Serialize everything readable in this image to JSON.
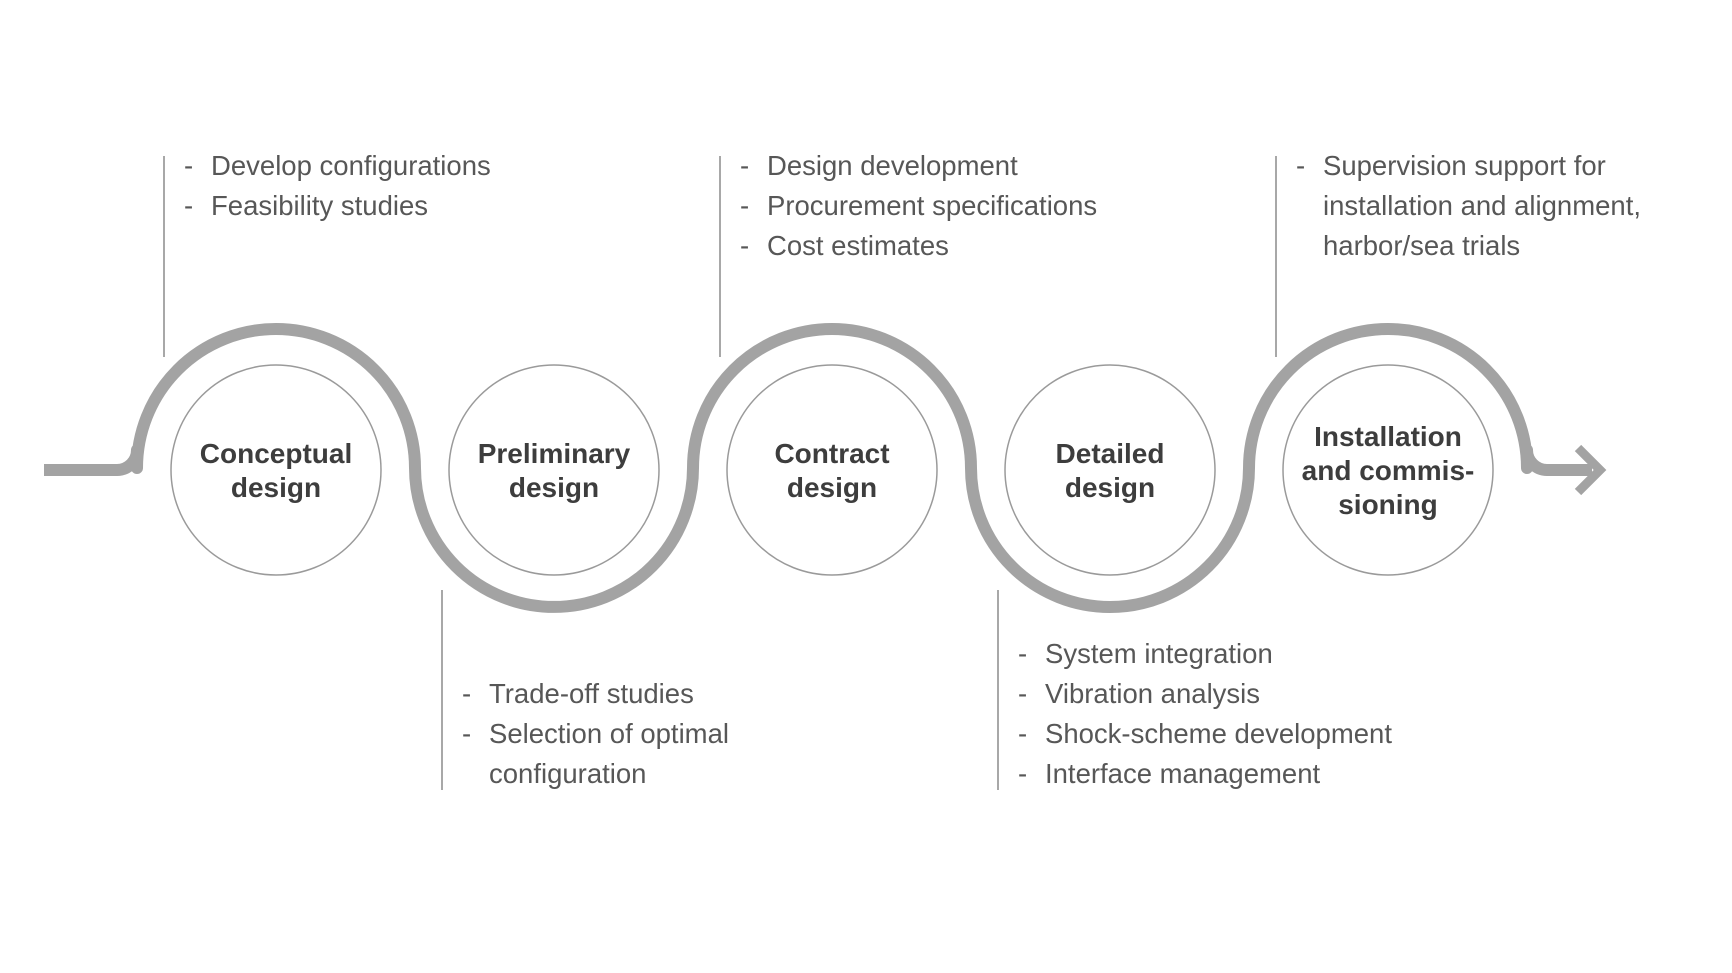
{
  "colors": {
    "path": "#a3a3a3",
    "circle_stroke": "#9a9a9a",
    "leader_line": "#8c8c8c",
    "stage_text": "#3d3d3d",
    "note_text": "#575757"
  },
  "stages": [
    {
      "label_lines": [
        "Conceptual",
        "design"
      ]
    },
    {
      "label_lines": [
        "Preliminary",
        "design"
      ]
    },
    {
      "label_lines": [
        "Contract",
        "design"
      ]
    },
    {
      "label_lines": [
        "Detailed",
        "design"
      ]
    },
    {
      "label_lines": [
        "Installation",
        "and commis-",
        "sioning"
      ]
    }
  ],
  "notes": [
    {
      "stage": 0,
      "position": "top",
      "items": [
        [
          "Develop configurations"
        ],
        [
          "Feasibility studies"
        ]
      ]
    },
    {
      "stage": 1,
      "position": "bottom",
      "items": [
        [
          "Trade-off studies"
        ],
        [
          "Selection of optimal",
          "configuration"
        ]
      ]
    },
    {
      "stage": 2,
      "position": "top",
      "items": [
        [
          "Design development"
        ],
        [
          "Procurement specifications"
        ],
        [
          "Cost estimates"
        ]
      ]
    },
    {
      "stage": 3,
      "position": "bottom",
      "items": [
        [
          "System integration"
        ],
        [
          "Vibration analysis"
        ],
        [
          "Shock-scheme development"
        ],
        [
          "Interface management"
        ]
      ]
    },
    {
      "stage": 4,
      "position": "top",
      "items": [
        [
          "Supervision support for",
          "installation and alignment,",
          "harbor/sea trials"
        ]
      ]
    }
  ]
}
